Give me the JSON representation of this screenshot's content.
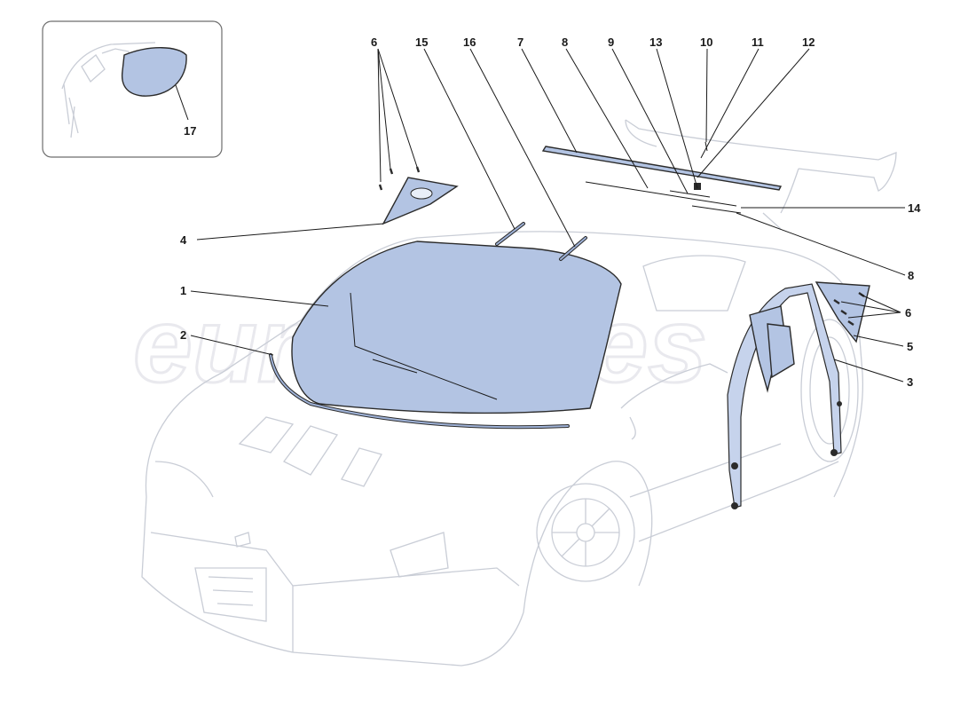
{
  "watermark": "eurospares",
  "inset": {
    "callout": "17"
  },
  "callouts": {
    "c1": "1",
    "c2": "2",
    "c3": "3",
    "c4": "4",
    "c5": "5",
    "c6a": "6",
    "c6b": "6",
    "c7": "7",
    "c8a": "8",
    "c8b": "8",
    "c9": "9",
    "c10": "10",
    "c11": "11",
    "c12": "12",
    "c13": "13",
    "c14": "14",
    "c15": "15",
    "c16": "16"
  },
  "colors": {
    "glass": "#b3c4e3",
    "outline": "#c9cdd6",
    "ink": "#1a1a1a"
  }
}
